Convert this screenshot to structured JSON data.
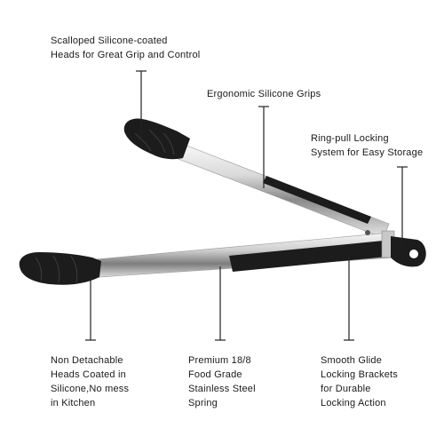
{
  "callouts": {
    "scalloped": {
      "line1": "Scalloped Silicone-coated",
      "line2": "Heads for Great Grip and Control"
    },
    "ergonomic": {
      "line1": "Ergonomic Silicone Grips"
    },
    "ringpull": {
      "line1": "Ring-pull Locking",
      "line2": "System for Easy Storage"
    },
    "nondetachable": {
      "line1": "Non Detachable",
      "line2": "Heads Coated in",
      "line3": "Silicone,No mess",
      "line4": "in Kitchen"
    },
    "premium": {
      "line1": "Premium 18/8",
      "line2": "Food Grade",
      "line3": "Stainless Steel",
      "line4": "Spring"
    },
    "smooth": {
      "line1": "Smooth Glide",
      "line2": "Locking Brackets",
      "line3": "for Durable",
      "line4": "Locking Action"
    }
  },
  "colors": {
    "steel_light": "#f2f2f2",
    "steel_mid": "#bdbdbd",
    "steel_dark": "#6e6e6e",
    "silicone": "#1c1c1c",
    "leader": "#222222",
    "text": "#1a1a1a"
  }
}
